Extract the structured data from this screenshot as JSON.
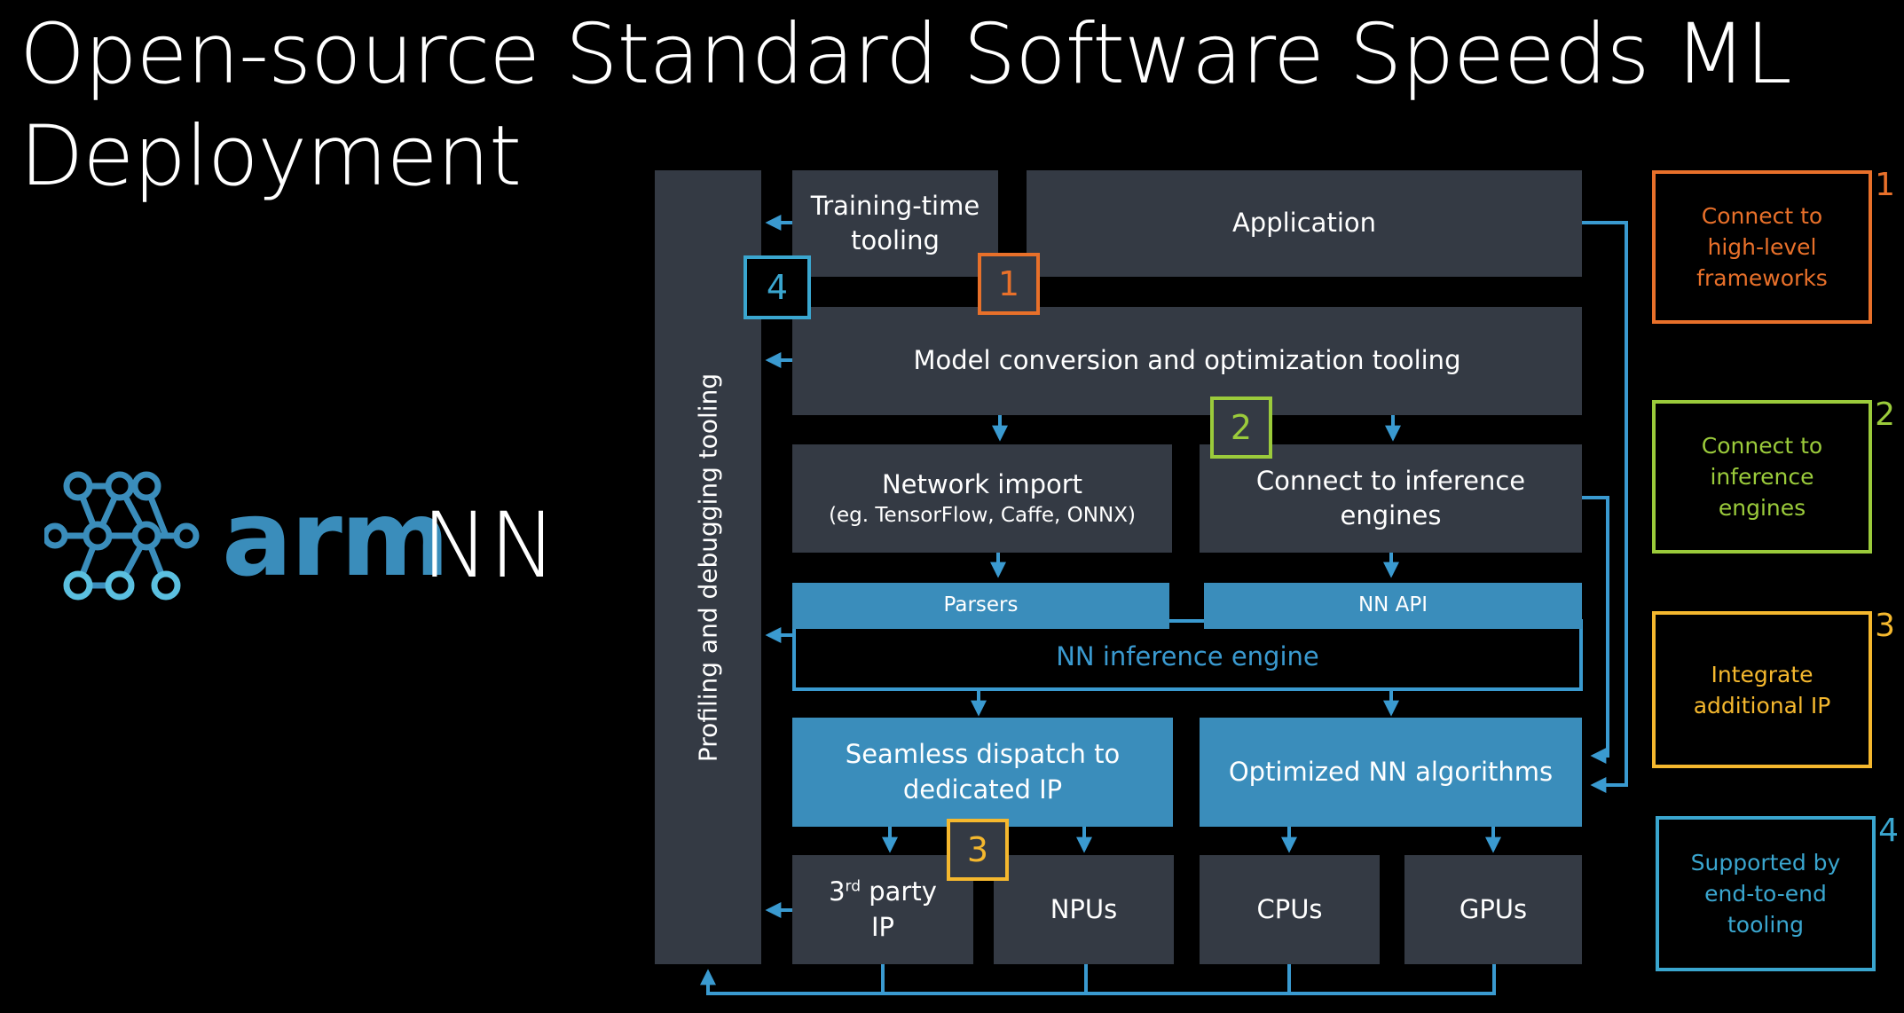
{
  "slide": {
    "title_line1": "Open-source Standard Software Speeds ML",
    "title_line2": "Deployment"
  },
  "logo": {
    "word": "arm",
    "suffix": "NN"
  },
  "diagram": {
    "profiling_tooling": "Profiling and debugging tooling",
    "training_tooling": [
      "Training-time",
      "tooling"
    ],
    "application": "Application",
    "model_conversion": "Model conversion and optimization tooling",
    "network_import": "Network import",
    "network_import_sub": "(eg. TensorFlow, Caffe, ONNX)",
    "connect_inference": [
      "Connect to inference",
      "engines"
    ],
    "parsers": "Parsers",
    "nn_api": "NN API",
    "nn_inference_engine": "NN inference engine",
    "seamless_dispatch": [
      "Seamless dispatch to",
      "dedicated IP"
    ],
    "optimized_algorithms": "Optimized NN algorithms",
    "third_party_ip": {
      "pre": "3",
      "sup": "rd",
      "post": " party",
      "line2": "IP"
    },
    "npus": "NPUs",
    "cpus": "CPUs",
    "gpus": "GPUs",
    "markers": [
      "1",
      "2",
      "3",
      "4"
    ]
  },
  "legend": [
    {
      "num": "1",
      "lines": [
        "Connect to",
        "high-level",
        "frameworks"
      ],
      "color": "#e8702a"
    },
    {
      "num": "2",
      "lines": [
        "Connect to",
        "inference",
        "engines"
      ],
      "color": "#9bcb3b"
    },
    {
      "num": "3",
      "lines": [
        "Integrate",
        "additional IP"
      ],
      "color": "#f5b82e"
    },
    {
      "num": "4",
      "lines": [
        "Supported by",
        "end-to-end",
        "tooling"
      ],
      "color": "#3aa6cf"
    }
  ],
  "colors": {
    "box_dark": "#343a44",
    "box_blue": "#3a8dbb",
    "arrow": "#3a9ad0",
    "orange": "#e8702a",
    "green": "#9bcb3b",
    "yellow": "#f5b82e",
    "cyan": "#3aa6cf"
  }
}
